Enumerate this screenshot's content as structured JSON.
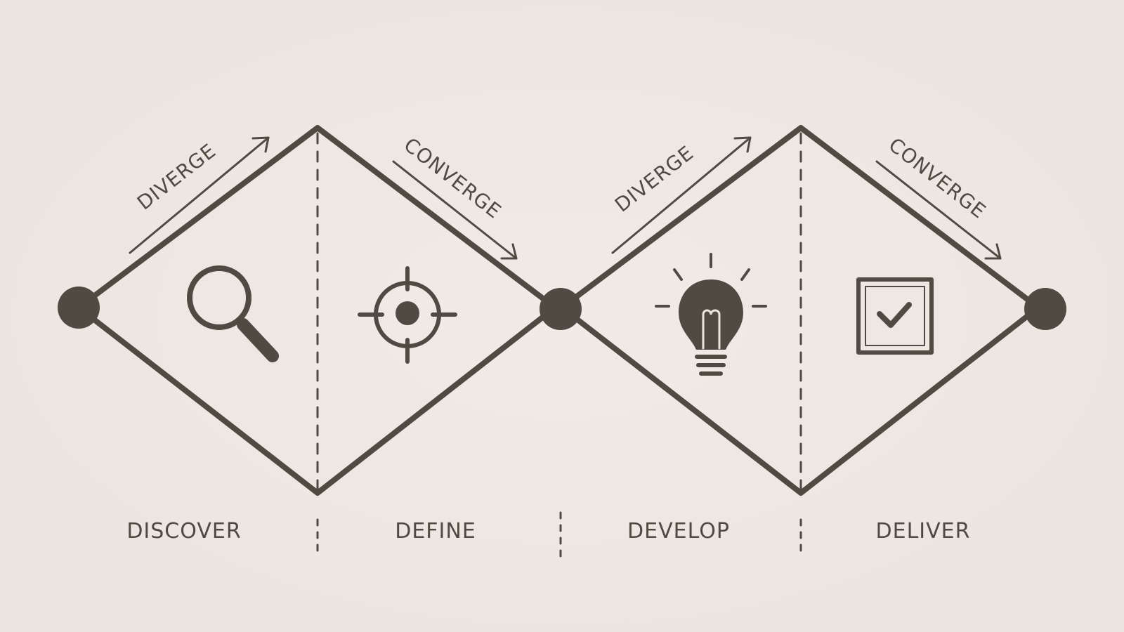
{
  "diagram": {
    "annotations": {
      "diverge_1": "DIVERGE",
      "converge_1": "CONVERGE",
      "diverge_2": "DIVERGE",
      "converge_2": "CONVERGE"
    },
    "phases": {
      "discover": "DISCOVER",
      "define": "DEFINE",
      "develop": "DEVELOP",
      "deliver": "DELIVER"
    },
    "icons": {
      "discover": "magnifying-glass",
      "define": "target-crosshair",
      "develop": "light-bulb",
      "deliver": "checkbox-checked"
    },
    "colors": {
      "ink": "#514a43",
      "background": "#eee8e4"
    }
  }
}
